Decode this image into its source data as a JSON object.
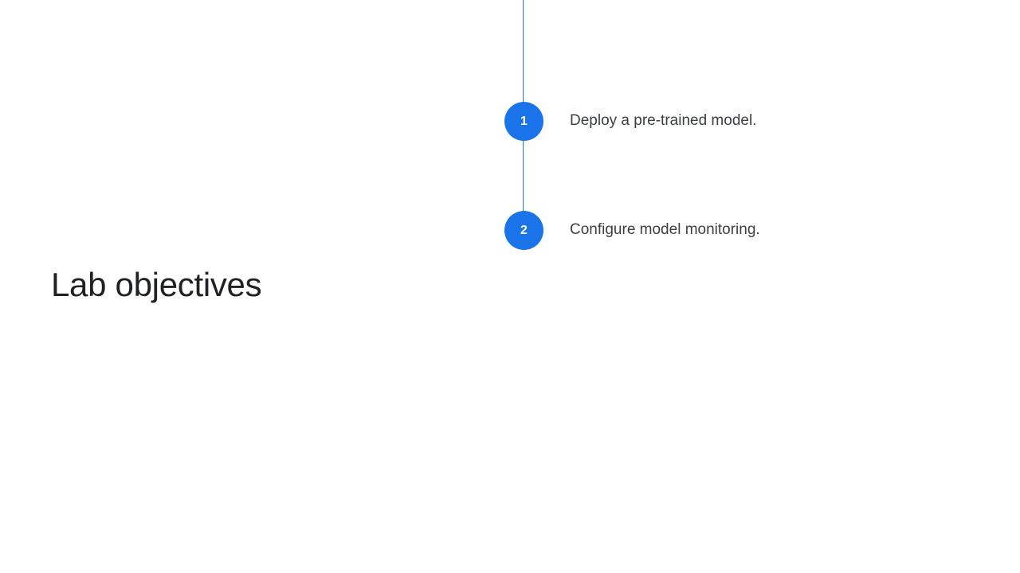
{
  "slide": {
    "title": "Lab objectives",
    "objectives": [
      {
        "number": "1",
        "text": "Deploy a pre-trained model."
      },
      {
        "number": "2",
        "text": "Configure model monitoring."
      }
    ]
  },
  "colors": {
    "accent": "#1a73e8",
    "title_text": "#202124",
    "body_text": "#3c4043",
    "background": "#ffffff"
  }
}
